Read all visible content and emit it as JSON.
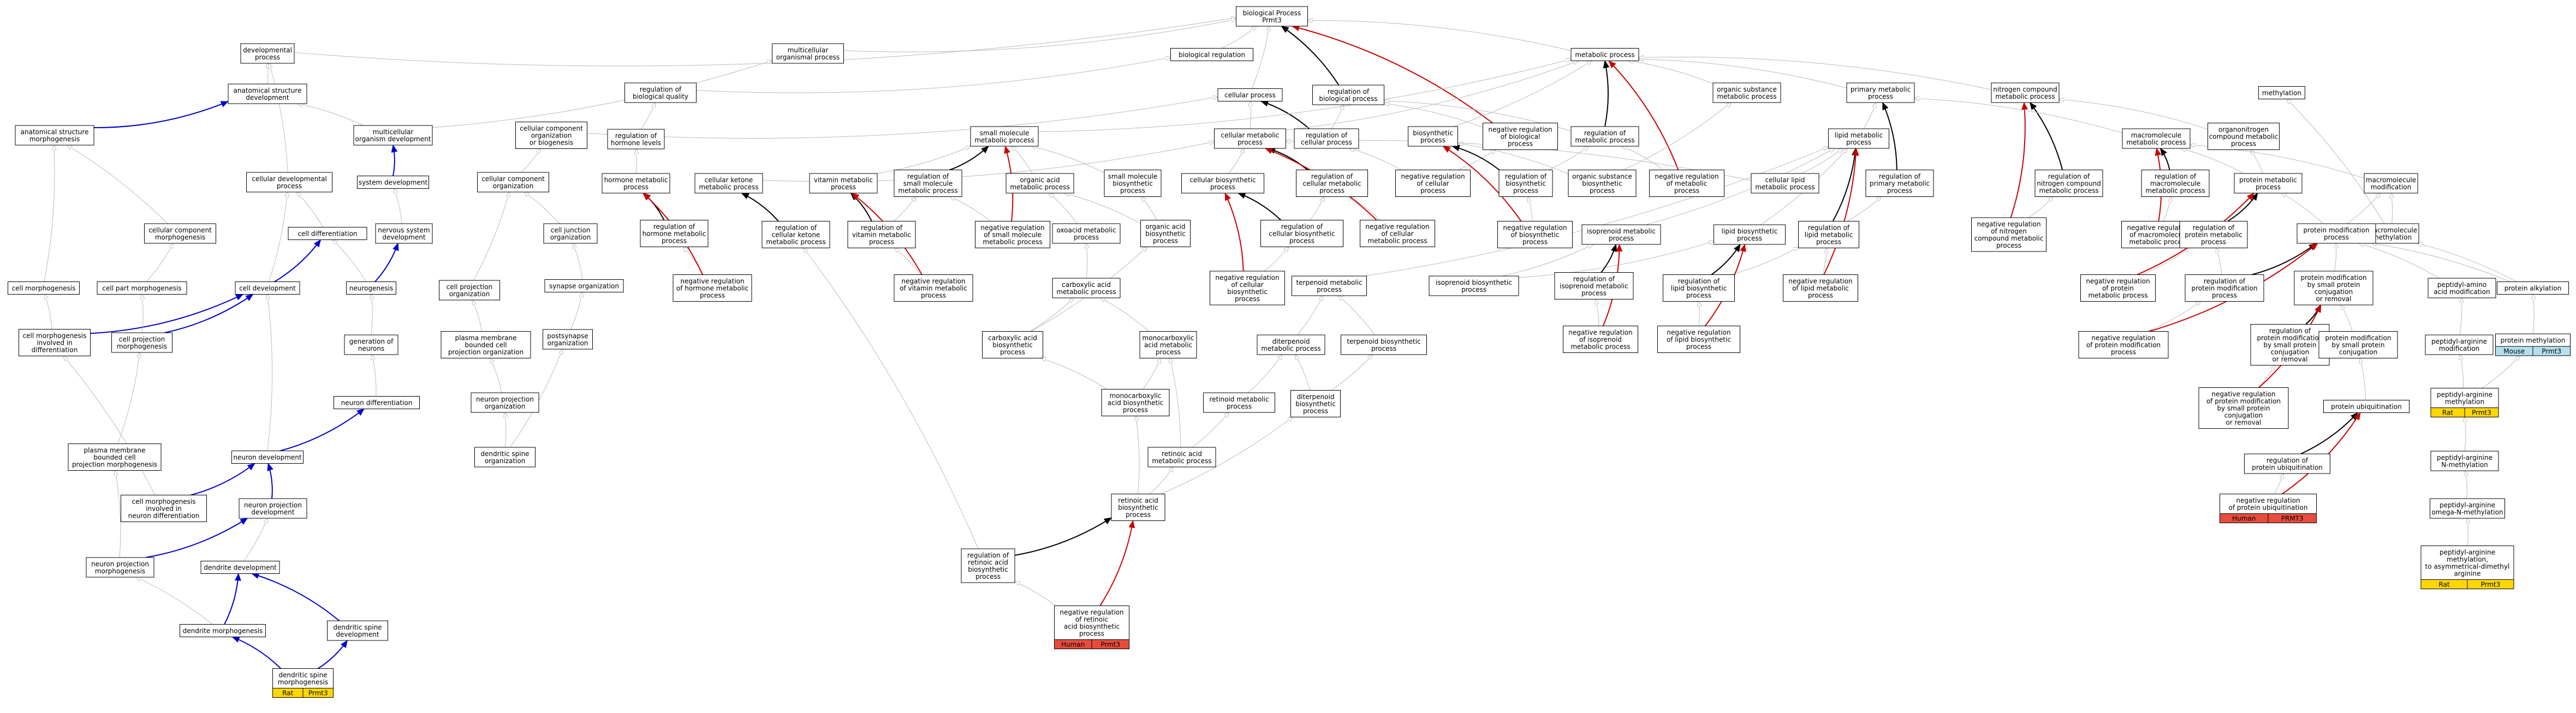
{
  "colors": {
    "edge_isa": "#bbbbbb",
    "edge_partof": "#0000cc",
    "edge_regulates": "#cc0000",
    "edge_positive": "#000000",
    "rat": "#ffd700",
    "human": "#e74c3c",
    "mouse": "#b3e0ec"
  },
  "nodes": [
    {
      "id": "bp",
      "lines": [
        "biological Process",
        "Prmt3"
      ]
    },
    {
      "id": "multi",
      "lines": [
        "multicellular",
        "organismal process"
      ]
    },
    {
      "id": "bioreg",
      "lines": [
        "biological regulation"
      ]
    },
    {
      "id": "metab",
      "lines": [
        "metabolic process"
      ]
    },
    {
      "id": "devproc",
      "lines": [
        "developmental",
        "process"
      ]
    },
    {
      "id": "anatdev",
      "lines": [
        "anatomical structure",
        "development"
      ]
    },
    {
      "id": "anatmorph",
      "lines": [
        "anatomical structure",
        "morphogenesis"
      ]
    },
    {
      "id": "multidev",
      "lines": [
        "multicellular",
        "organism development"
      ]
    },
    {
      "id": "sysdev",
      "lines": [
        "system development"
      ]
    },
    {
      "id": "celldevproc",
      "lines": [
        "cellular developmental",
        "process"
      ]
    },
    {
      "id": "celldiff",
      "lines": [
        "cell differentiation"
      ]
    },
    {
      "id": "nervdev",
      "lines": [
        "nervous system",
        "development"
      ]
    },
    {
      "id": "neurogen",
      "lines": [
        "neurogenesis"
      ]
    },
    {
      "id": "ccmorph",
      "lines": [
        "cellular component",
        "morphogenesis"
      ]
    },
    {
      "id": "cellmorph",
      "lines": [
        "cell morphogenesis"
      ]
    },
    {
      "id": "cellpartmorph",
      "lines": [
        "cell part morphogenesis"
      ]
    },
    {
      "id": "celldev",
      "lines": [
        "cell development"
      ]
    },
    {
      "id": "cmid",
      "lines": [
        "cell morphogenesis",
        "involved in",
        "differentiation"
      ]
    },
    {
      "id": "cpmorph",
      "lines": [
        "cell projection",
        "morphogenesis"
      ]
    },
    {
      "id": "genneur",
      "lines": [
        "generation of",
        "neurons"
      ]
    },
    {
      "id": "neurdiff",
      "lines": [
        "neuron differentiation"
      ]
    },
    {
      "id": "pmbcpm",
      "lines": [
        "plasma membrane",
        "bounded cell",
        "projection morphogenesis"
      ]
    },
    {
      "id": "neurdev",
      "lines": [
        "neuron development"
      ]
    },
    {
      "id": "cmind",
      "lines": [
        "cell morphogenesis",
        "involved in",
        "neuron differentiation"
      ]
    },
    {
      "id": "npdev",
      "lines": [
        "neuron projection",
        "development"
      ]
    },
    {
      "id": "npmorph",
      "lines": [
        "neuron projection",
        "morphogenesis"
      ]
    },
    {
      "id": "denddev",
      "lines": [
        "dendrite development"
      ]
    },
    {
      "id": "dendmorph",
      "lines": [
        "dendrite morphogenesis"
      ]
    },
    {
      "id": "dsdev",
      "lines": [
        "dendritic spine",
        "development"
      ]
    },
    {
      "id": "dsmorph",
      "lines": [
        "dendritic spine",
        "morphogenesis"
      ],
      "tag": [
        "Rat",
        "Prmt3"
      ],
      "tagColor": "rat"
    },
    {
      "id": "regbq",
      "lines": [
        "regulation of",
        "biological quality"
      ]
    },
    {
      "id": "ccob",
      "lines": [
        "cellular component",
        "organization",
        "or biogenesis"
      ]
    },
    {
      "id": "ccorg",
      "lines": [
        "cellular component",
        "organization"
      ]
    },
    {
      "id": "cjorg",
      "lines": [
        "cell junction",
        "organization"
      ]
    },
    {
      "id": "synorg",
      "lines": [
        "synapse organization"
      ]
    },
    {
      "id": "postsyn",
      "lines": [
        "postsynapse",
        "organization"
      ]
    },
    {
      "id": "cporg",
      "lines": [
        "cell projection",
        "organization"
      ]
    },
    {
      "id": "pmbcpo",
      "lines": [
        "plasma membrane",
        "bounded cell",
        "projection organization"
      ]
    },
    {
      "id": "nporg",
      "lines": [
        "neuron projection",
        "organization"
      ]
    },
    {
      "id": "dsorg",
      "lines": [
        "dendritic spine",
        "organization"
      ]
    },
    {
      "id": "reghl",
      "lines": [
        "regulation of",
        "hormone levels"
      ]
    },
    {
      "id": "hormmet",
      "lines": [
        "hormone metabolic",
        "process"
      ]
    },
    {
      "id": "reghmp",
      "lines": [
        "regulation of",
        "hormone metabolic",
        "process"
      ]
    },
    {
      "id": "nrhmp",
      "lines": [
        "negative regulation",
        "of hormone metabolic",
        "process"
      ]
    },
    {
      "id": "cellproc",
      "lines": [
        "cellular process"
      ]
    },
    {
      "id": "regbp",
      "lines": [
        "regulation of",
        "biological process"
      ]
    },
    {
      "id": "regcp",
      "lines": [
        "regulation of",
        "cellular process"
      ]
    },
    {
      "id": "nrbp",
      "lines": [
        "negative regulation",
        "of biological",
        "process"
      ]
    },
    {
      "id": "smmet",
      "lines": [
        "small molecule",
        "metabolic process"
      ]
    },
    {
      "id": "cellmet",
      "lines": [
        "cellular metabolic",
        "process"
      ]
    },
    {
      "id": "ckmet",
      "lines": [
        "cellular ketone",
        "metabolic process"
      ]
    },
    {
      "id": "regckmp",
      "lines": [
        "regulation of",
        "cellular ketone",
        "metabolic process"
      ]
    },
    {
      "id": "vitmet",
      "lines": [
        "vitamin metabolic",
        "process"
      ]
    },
    {
      "id": "regsmmp",
      "lines": [
        "regulation of",
        "small molecule",
        "metabolic process"
      ]
    },
    {
      "id": "regvmp",
      "lines": [
        "regulation of",
        "vitamin metabolic",
        "process"
      ]
    },
    {
      "id": "nrsmmp",
      "lines": [
        "negative regulation",
        "of small molecule",
        "metabolic process"
      ]
    },
    {
      "id": "nrvmp",
      "lines": [
        "negative regulation",
        "of vitamin metabolic",
        "process"
      ]
    },
    {
      "id": "oamet",
      "lines": [
        "organic acid",
        "metabolic process"
      ]
    },
    {
      "id": "smbio",
      "lines": [
        "small molecule",
        "biosynthetic",
        "process"
      ]
    },
    {
      "id": "oxmet",
      "lines": [
        "oxoacid metabolic",
        "process"
      ]
    },
    {
      "id": "oabio",
      "lines": [
        "organic acid",
        "biosynthetic",
        "process"
      ]
    },
    {
      "id": "cabio",
      "lines": [
        "cellular biosynthetic",
        "process"
      ]
    },
    {
      "id": "regcmp",
      "lines": [
        "regulation of",
        "cellular metabolic",
        "process"
      ]
    },
    {
      "id": "regccp",
      "lines": [
        "regulation of",
        "cellular biosynthetic",
        "process"
      ]
    },
    {
      "id": "nrcmp",
      "lines": [
        "negative regulation",
        "of cellular",
        "metabolic process"
      ]
    },
    {
      "id": "nrcbp",
      "lines": [
        "negative regulation",
        "of cellular",
        "biosynthetic",
        "process"
      ]
    },
    {
      "id": "carbmet",
      "lines": [
        "carboxylic acid",
        "metabolic process"
      ]
    },
    {
      "id": "carbbio",
      "lines": [
        "carboxylic acid",
        "biosynthetic",
        "process"
      ]
    },
    {
      "id": "monocarbmet",
      "lines": [
        "monocarboxylic",
        "acid metabolic",
        "process"
      ]
    },
    {
      "id": "monocarbbio",
      "lines": [
        "monocarboxylic",
        "acid biosynthetic",
        "process"
      ]
    },
    {
      "id": "terpmet",
      "lines": [
        "terpenoid metabolic",
        "process"
      ]
    },
    {
      "id": "diterpmet",
      "lines": [
        "diterpenoid",
        "metabolic process"
      ]
    },
    {
      "id": "retmet",
      "lines": [
        "retinoid metabolic",
        "process"
      ]
    },
    {
      "id": "ditbio",
      "lines": [
        "diterpenoid",
        "biosynthetic",
        "process"
      ]
    },
    {
      "id": "terpbio",
      "lines": [
        "terpenoid biosynthetic",
        "process"
      ]
    },
    {
      "id": "retacmet",
      "lines": [
        "retinoic acid",
        "metabolic process"
      ]
    },
    {
      "id": "retacbio",
      "lines": [
        "retinoic acid",
        "biosynthetic",
        "process"
      ]
    },
    {
      "id": "regrab",
      "lines": [
        "regulation of",
        "retinoic acid",
        "biosynthetic",
        "process"
      ]
    },
    {
      "id": "nrrab",
      "lines": [
        "negative regulation",
        "of retinoic",
        "acid biosynthetic",
        "process"
      ],
      "tag": [
        "Human",
        "Prmt3"
      ],
      "tagColor": "human"
    },
    {
      "id": "biosyn",
      "lines": [
        "biosynthetic",
        "process"
      ]
    },
    {
      "id": "nrcp",
      "lines": [
        "negative regulation",
        "of cellular",
        "process"
      ]
    },
    {
      "id": "regbio",
      "lines": [
        "regulation of",
        "biosynthetic",
        "process"
      ]
    },
    {
      "id": "nrbiosyn",
      "lines": [
        "negative regulation",
        "of biosynthetic",
        "process"
      ]
    },
    {
      "id": "regmet",
      "lines": [
        "regulation of",
        "metabolic process"
      ]
    },
    {
      "id": "nrmet",
      "lines": [
        "negative regulation",
        "of metabolic",
        "process"
      ]
    },
    {
      "id": "osmet",
      "lines": [
        "organic substance",
        "metabolic process"
      ]
    },
    {
      "id": "osbio",
      "lines": [
        "organic substance",
        "biosynthetic",
        "process"
      ]
    },
    {
      "id": "primmet",
      "lines": [
        "primary metabolic",
        "process"
      ]
    },
    {
      "id": "lipmet",
      "lines": [
        "lipid metabolic",
        "process"
      ]
    },
    {
      "id": "regpmp",
      "lines": [
        "regulation of",
        "primary metabolic",
        "process"
      ]
    },
    {
      "id": "cellipmet",
      "lines": [
        "cellular lipid",
        "metabolic process"
      ]
    },
    {
      "id": "reglmp",
      "lines": [
        "regulation of",
        "lipid metabolic",
        "process"
      ]
    },
    {
      "id": "isomet",
      "lines": [
        "isoprenoid metabolic",
        "process"
      ]
    },
    {
      "id": "lipbio",
      "lines": [
        "lipid biosynthetic",
        "process"
      ]
    },
    {
      "id": "isobio",
      "lines": [
        "isoprenoid biosynthetic",
        "process"
      ]
    },
    {
      "id": "regimp",
      "lines": [
        "regulation of",
        "isoprenoid metabolic",
        "process"
      ]
    },
    {
      "id": "reglbp",
      "lines": [
        "regulation of",
        "lipid biosynthetic",
        "process"
      ]
    },
    {
      "id": "nrlmp",
      "lines": [
        "negative regulation",
        "of lipid metabolic",
        "process"
      ]
    },
    {
      "id": "nrimp",
      "lines": [
        "negative regulation",
        "of isoprenoid",
        "metabolic process"
      ]
    },
    {
      "id": "nrlbp",
      "lines": [
        "negative regulation",
        "of lipid biosynthetic",
        "process"
      ]
    },
    {
      "id": "nitmet",
      "lines": [
        "nitrogen compound",
        "metabolic process"
      ]
    },
    {
      "id": "regncmp",
      "lines": [
        "regulation of",
        "nitrogen compound",
        "metabolic process"
      ]
    },
    {
      "id": "nrncmp",
      "lines": [
        "negative regulation",
        "of nitrogen",
        "compound metabolic",
        "process"
      ]
    },
    {
      "id": "orgnit",
      "lines": [
        "organonitrogen",
        "compound metabolic",
        "process"
      ]
    },
    {
      "id": "macromet",
      "lines": [
        "macromolecule",
        "metabolic process"
      ]
    },
    {
      "id": "regmmp",
      "lines": [
        "regulation of",
        "macromolecule",
        "metabolic process"
      ]
    },
    {
      "id": "nrmmp",
      "lines": [
        "negative regulation",
        "of macromolecule",
        "metabolic process"
      ]
    },
    {
      "id": "protmet",
      "lines": [
        "protein metabolic",
        "process"
      ]
    },
    {
      "id": "regprotmp",
      "lines": [
        "regulation of",
        "protein metabolic",
        "process"
      ]
    },
    {
      "id": "nrprotmp",
      "lines": [
        "negative regulation",
        "of protein",
        "metabolic process"
      ]
    },
    {
      "id": "methyl",
      "lines": [
        "methylation"
      ]
    },
    {
      "id": "macmeth",
      "lines": [
        "macromolecule",
        "modification"
      ]
    },
    {
      "id": "macromethyl",
      "lines": [
        "macromolecule",
        "methylation"
      ]
    },
    {
      "id": "protmod",
      "lines": [
        "protein modification",
        "process"
      ]
    },
    {
      "id": "regpmp2",
      "lines": [
        "regulation of",
        "protein modification",
        "process"
      ]
    },
    {
      "id": "nrpmp",
      "lines": [
        "negative regulation",
        "of protein modification",
        "process"
      ]
    },
    {
      "id": "pmbspc",
      "lines": [
        "protein modification",
        "by small protein",
        "conjugation",
        "or removal"
      ]
    },
    {
      "id": "regpmbspc",
      "lines": [
        "regulation of",
        "protein modification",
        "by small protein",
        "conjugation",
        "or removal"
      ]
    },
    {
      "id": "nrpmbspc",
      "lines": [
        "negative regulation",
        "of protein modification",
        "by small protein",
        "conjugation",
        "or removal"
      ]
    },
    {
      "id": "pmbspconj",
      "lines": [
        "protein modification",
        "by small protein",
        "conjugation"
      ]
    },
    {
      "id": "protubi",
      "lines": [
        "protein ubiquitination"
      ]
    },
    {
      "id": "regpu",
      "lines": [
        "regulation of",
        "protein ubiquitination"
      ]
    },
    {
      "id": "nrpu",
      "lines": [
        "negative regulation",
        "of protein ubiquitination"
      ],
      "tag": [
        "Human",
        "PRMT3"
      ],
      "tagColor": "human"
    },
    {
      "id": "pepaa",
      "lines": [
        "peptidyl-amino",
        "acid modification"
      ]
    },
    {
      "id": "protalk",
      "lines": [
        "protein alkylation"
      ]
    },
    {
      "id": "protmeth",
      "lines": [
        "protein methylation"
      ],
      "tag": [
        "Mouse",
        "Prmt3"
      ],
      "tagColor": "mouse"
    },
    {
      "id": "peparg",
      "lines": [
        "peptidyl-arginine",
        "modification"
      ]
    },
    {
      "id": "pepargmeth",
      "lines": [
        "peptidyl-arginine",
        "methylation"
      ],
      "tag": [
        "Rat",
        "Prmt3"
      ],
      "tagColor": "rat"
    },
    {
      "id": "pepargnmeth",
      "lines": [
        "peptidyl-arginine",
        "N-methylation"
      ]
    },
    {
      "id": "pepargonm",
      "lines": [
        "peptidyl-arginine",
        "omega-N-methylation"
      ]
    },
    {
      "id": "pepasym",
      "lines": [
        "peptidyl-arginine",
        "methylation,",
        "to asymmetrical-dimethyl",
        "arginine"
      ],
      "tag": [
        "Rat",
        "Prmt3"
      ],
      "tagColor": "rat"
    }
  ]
}
